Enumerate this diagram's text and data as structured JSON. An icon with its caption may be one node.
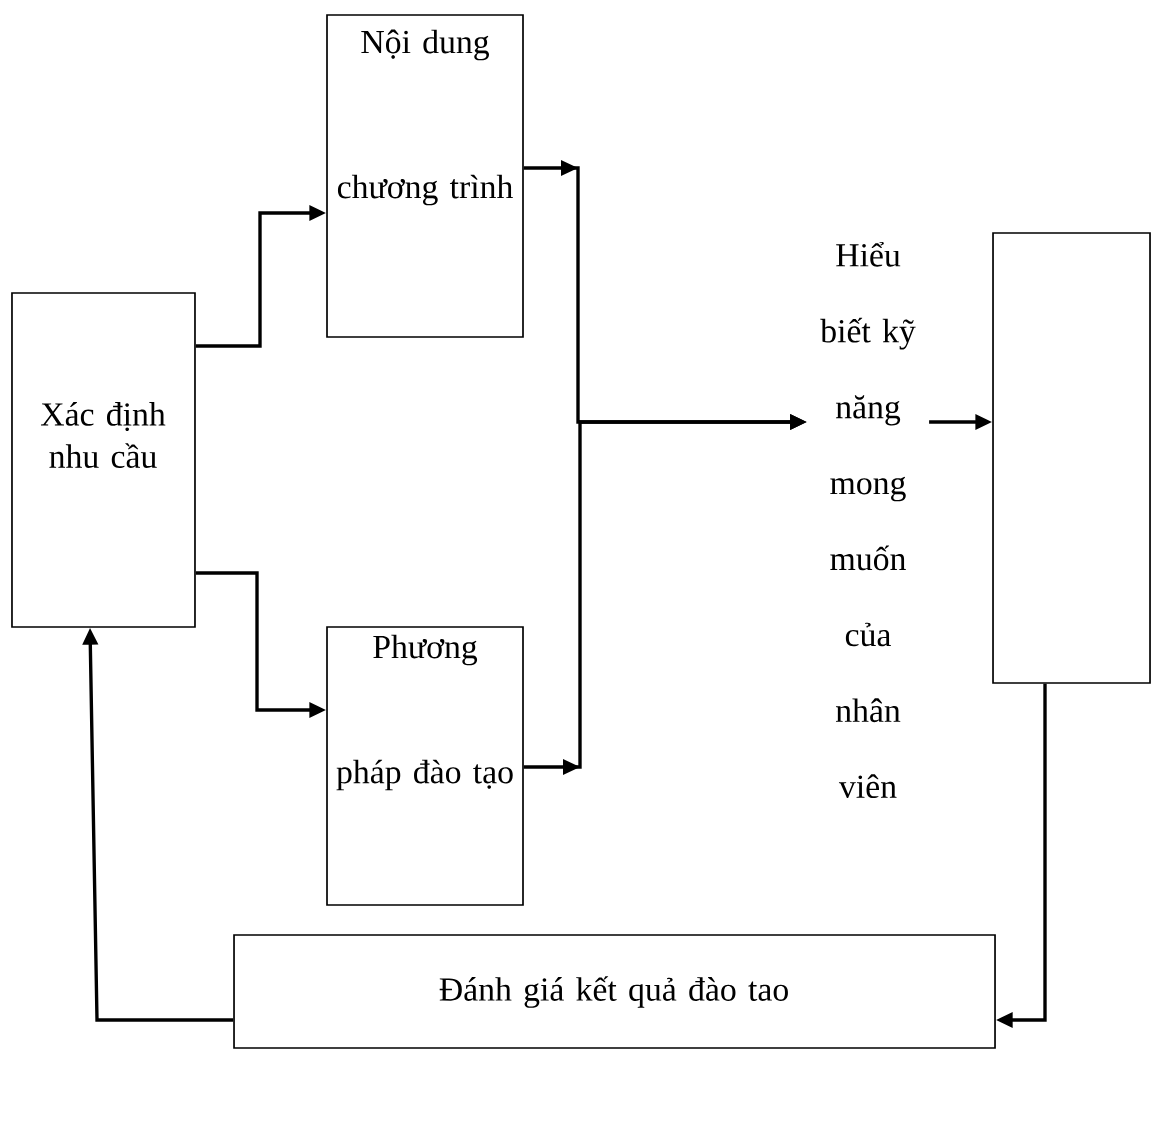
{
  "diagram": {
    "nodes": [
      {
        "text": [
          "Xác định nhu cầu"
        ]
      },
      {
        "text": [
          "Nội dung",
          "chương trình"
        ]
      },
      {
        "text": [
          "Phương",
          "pháp đào tạo"
        ]
      },
      {
        "text": [
          "Hiểu biết kỹ năng mong muốn của nhân viên"
        ]
      },
      {
        "text": [],
        "shape": "box"
      },
      {
        "text": [
          "Đánh giá kết quả đào tao"
        ]
      }
    ],
    "edges": [
      {
        "from": 0,
        "to": 1,
        "arrow": "to"
      },
      {
        "from": 0,
        "to": 2,
        "arrow": "to"
      },
      {
        "from": 1,
        "to": 3,
        "arrow": "to"
      },
      {
        "from": 2,
        "to": 3,
        "arrow": "to"
      },
      {
        "from": 3,
        "to": 4,
        "arrow": "to"
      },
      {
        "from": 4,
        "to": 5,
        "arrow": "to"
      },
      {
        "from": 5,
        "to": 0,
        "arrow": "to"
      }
    ]
  }
}
